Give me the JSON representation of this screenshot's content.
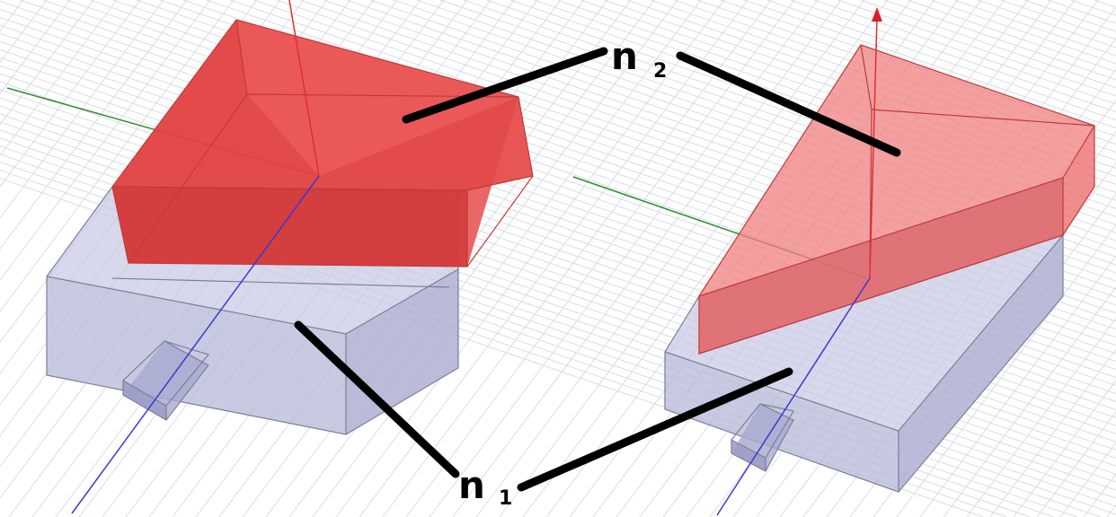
{
  "labels": {
    "n2": {
      "main": "n",
      "sub": "2"
    },
    "n1": {
      "main": "n",
      "sub": "1"
    }
  },
  "colors": {
    "background": "#ffffff",
    "grid": "#d9dce3",
    "substrate_fill": "#b6b8d8",
    "prism_fill": "#e23c3c",
    "prism_fill_light": "#f08080",
    "axis_x": "#2e8b2e",
    "axis_y": "#3a3ad0",
    "axis_z": "#e03030",
    "leader": "#000000"
  },
  "icons": [
    "z-axis-arrowhead-icon"
  ]
}
